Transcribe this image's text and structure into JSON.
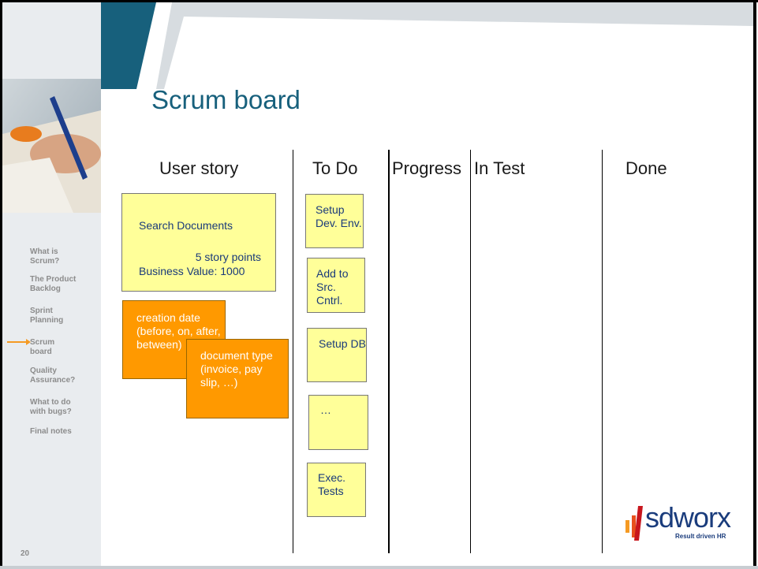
{
  "slide": {
    "title": "Scrum board",
    "page_number": "20"
  },
  "columns": [
    "User story",
    "To Do",
    "Progress",
    "In Test",
    "Done"
  ],
  "story": {
    "name": "Search Documents",
    "points": "5 story points",
    "value": "Business Value: 1000"
  },
  "subtasks": [
    "creation date (before, on, after, between)",
    "document type (invoice, pay slip, …)"
  ],
  "todo": [
    "Setup Dev. Env.",
    "Add to Src. Cntrl.",
    "Setup DB",
    "…",
    "Exec. Tests"
  ],
  "nav": [
    "What is Scrum?",
    "The Product Backlog",
    "Sprint Planning",
    "Scrum board",
    "Quality Assurance?",
    "What to do with bugs?",
    "Final notes"
  ],
  "nav_active": "Scrum board",
  "logo": {
    "word": "sdworx",
    "tagline": "Result driven HR"
  },
  "colors": {
    "title": "#17607c",
    "sticky_yellow": "#ffff99",
    "sticky_orange": "#ff9900",
    "header_blue": "#17607c",
    "nav_arrow": "#f59a23"
  }
}
